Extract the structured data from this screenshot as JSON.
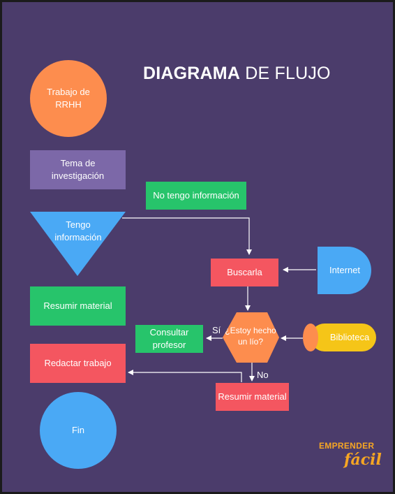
{
  "title": {
    "bold": "DIAGRAMA",
    "rest": " DE FLUJO"
  },
  "nodes": {
    "trabajo": "Trabajo de RRHH",
    "tema": "Tema de investigación",
    "no_info": "No tengo información",
    "tengo_info": "Tengo información",
    "buscarla": "Buscarla",
    "internet": "Internet",
    "resumir1": "Resumir material",
    "consultar": "Consultar profesor",
    "decision": "¿Estoy hecho un lío?",
    "biblioteca": "Biblioteca",
    "redactar": "Redactar trabajo",
    "resumir2": "Resumir material",
    "fin": "Fin"
  },
  "edges": {
    "si": "Sí",
    "no": "No"
  },
  "logo": {
    "top": "EMPRENDER",
    "bottom": "fácil"
  },
  "colors": {
    "background": "#4b3c6b",
    "orange": "#fd8d4e",
    "purple": "#7c68a8",
    "green": "#27c46b",
    "blue": "#4aa9f5",
    "red": "#f45660",
    "yellow": "#f5c518",
    "logo": "#f6a623"
  }
}
